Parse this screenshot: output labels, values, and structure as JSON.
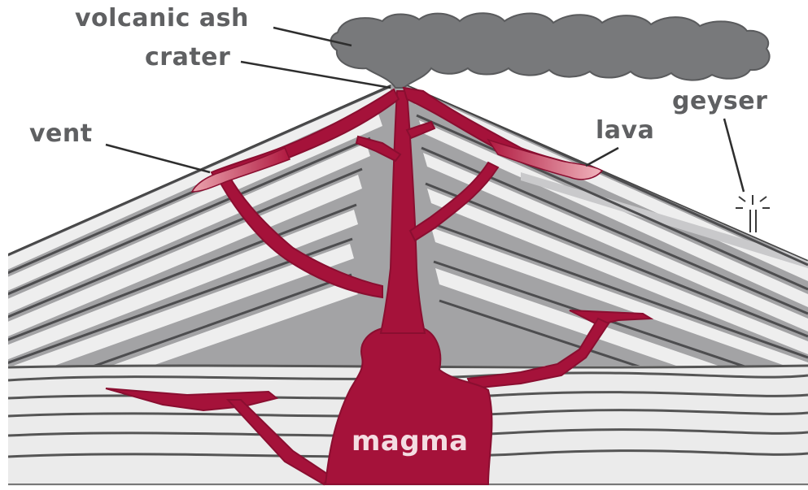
{
  "labels": {
    "volcanic_ash": "volcanic ash",
    "crater": "crater",
    "vent": "vent",
    "lava": "lava",
    "geyser": "geyser",
    "magma": "magma"
  },
  "colors": {
    "magma": "#a5123a",
    "lava_glow": "#e08a95",
    "ash_cloud": "#78797b",
    "stratum_light": "#ededed",
    "stratum_dark": "#a0a0a2",
    "strata_line": "#555555",
    "label_text": "#5f6062",
    "leader_line": "#2e2e2e"
  }
}
